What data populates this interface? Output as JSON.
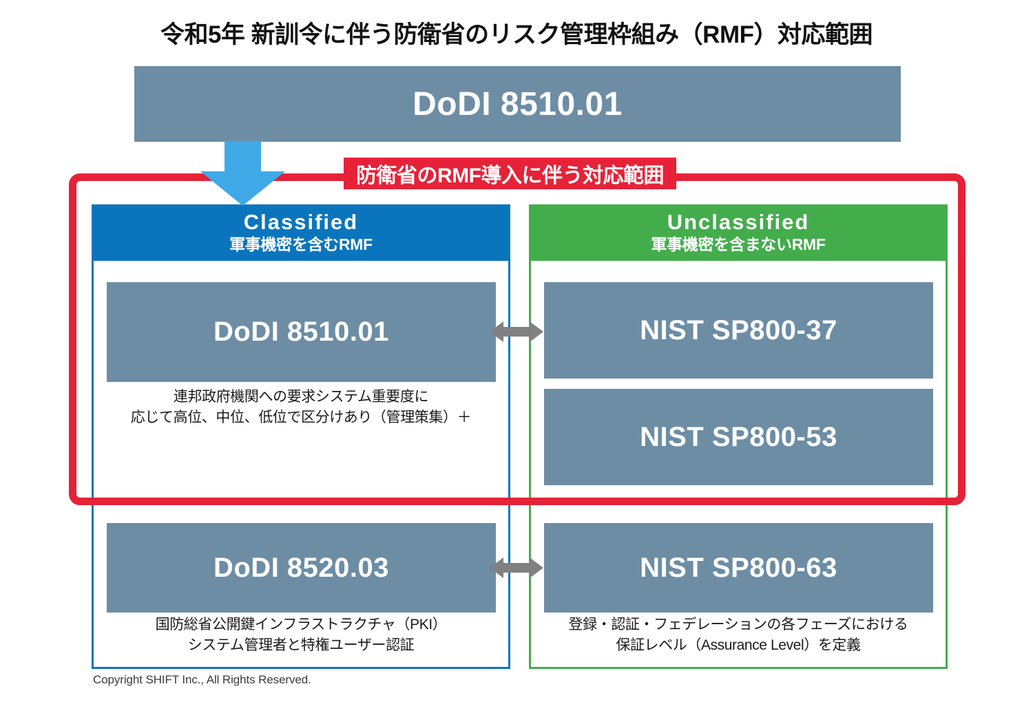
{
  "title": "令和5年 新訓令に伴う防衛省のリスク管理枠組み（RMF）対応範囲",
  "top_banner": {
    "label": "DoDI 8510.01"
  },
  "scope": {
    "label": "防衛省のRMF導入に伴う対応範囲",
    "frame_color": "#e52238"
  },
  "arrows": {
    "down_arrow_color": "#3fa9e8",
    "link_arrow_color": "#808080",
    "down_arrow_icon": "down-arrow-icon",
    "link_arrow_icon": "double-headed-arrow-icon"
  },
  "columns": [
    {
      "key": "classified",
      "header_en": "Classified",
      "header_ja": "軍事機密を含むRMF",
      "accent_color": "#0a75bd",
      "items": [
        {
          "label": "DoDI 8510.01",
          "caption_lines": [
            "連邦政府機関への要求システム重要度に",
            "応じて高位、中位、低位で区分けあり（管理策集）＋"
          ]
        },
        {
          "label": "DoDI 8520.03",
          "caption_lines": [
            "国防総省公開鍵インフラストラクチャ（PKI）",
            "システム管理者と特権ユーザー認証"
          ]
        }
      ]
    },
    {
      "key": "unclassified",
      "header_en": "Unclassified",
      "header_ja": "軍事機密を含まないRMF",
      "accent_color": "#43ad4c",
      "items": [
        {
          "label": "NIST SP800-37",
          "caption_lines": []
        },
        {
          "label": "NIST SP800-53",
          "caption_lines": []
        },
        {
          "label": "NIST SP800-63",
          "caption_lines": [
            "登録・認証・フェデレーションの各フェーズにおける",
            "保証レベル（Assurance Level）を定義"
          ]
        }
      ]
    }
  ],
  "box_color": "#6c8da4",
  "footer": {
    "copyright": "Copyright SHIFT Inc., All Rights Reserved."
  }
}
